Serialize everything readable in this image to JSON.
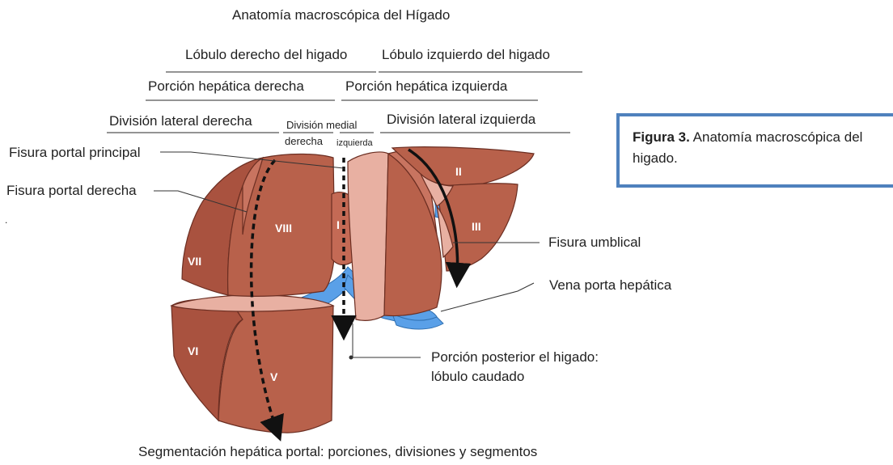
{
  "title": "Anatomía macroscópica del Hígado",
  "lobes": {
    "right": "Lóbulo derecho del higado",
    "left": "Lóbulo izquierdo del higado"
  },
  "portions": {
    "right": "Porción hepática derecha",
    "left": "Porción hepática izquierda"
  },
  "divisions": {
    "right_lateral": "División lateral derecha",
    "medial": "División medial",
    "medial_right": "derecha",
    "medial_left": "izquierda",
    "left_lateral": "División lateral izquierda"
  },
  "left_labels": {
    "main_fissure": "Fisura portal principal",
    "right_fissure": "Fisura portal derecha"
  },
  "right_labels": {
    "umbilical": "Fisura umblical",
    "portal_vein": "Vena porta hepática",
    "posterior_1": "Porción posterior el higado:",
    "posterior_2": "lóbulo caudado"
  },
  "segments": {
    "ii": "II",
    "iii": "III",
    "iv": "I",
    "vi": "VI",
    "v": "V",
    "vii": "VII",
    "viii": "VIII"
  },
  "caption": {
    "bold": "Figura 3.",
    "text": "Anatomía macroscópica del",
    "text2": "higado."
  },
  "footer": "Segmentación hepática portal: porciones, divisiones y segmentos",
  "colors": {
    "liver": "#b55a45",
    "liver_light": "#e8b0a2",
    "vein": "#4a90e2",
    "box_border": "#4f81bd"
  }
}
